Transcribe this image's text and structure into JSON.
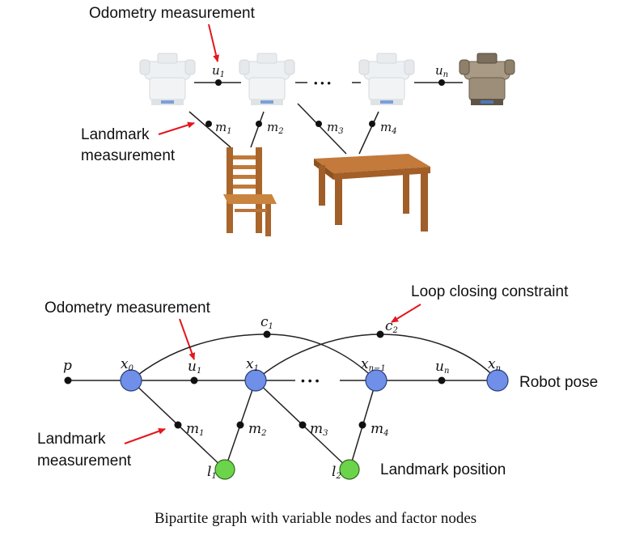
{
  "top": {
    "odometry_label": "Odometry measurement",
    "landmark_label_line1": "Landmark",
    "landmark_label_line2": "measurement",
    "factor_u1": "u",
    "factor_u1_sub": "1",
    "factor_un": "u",
    "factor_un_sub": "n",
    "ellipsis": "• • •",
    "m1": "m",
    "m1_sub": "1",
    "m2": "m",
    "m2_sub": "2",
    "m3": "m",
    "m3_sub": "3",
    "m4": "m",
    "m4_sub": "4"
  },
  "bottom": {
    "odometry_label": "Odometry measurement",
    "loop_label": "Loop closing constraint",
    "robot_pose_label": "Robot pose",
    "landmark_label_line1": "Landmark",
    "landmark_label_line2": "measurement",
    "landmark_position_label": "Landmark position",
    "p": "p",
    "x0": "x",
    "x0_sub": "0",
    "x1": "x",
    "x1_sub": "1",
    "xn1": "x",
    "xn1_sub": "n−1",
    "xn": "x",
    "xn_sub": "n",
    "u1": "u",
    "u1_sub": "1",
    "un": "u",
    "un_sub": "n",
    "c1": "c",
    "c1_sub": "1",
    "c2": "c",
    "c2_sub": "2",
    "m1": "m",
    "m1_sub": "1",
    "m2": "m",
    "m2_sub": "2",
    "m3": "m",
    "m3_sub": "3",
    "m4": "m",
    "m4_sub": "4",
    "l1": "l",
    "l1_sub": "1",
    "l2": "l",
    "l2_sub": "2",
    "ellipsis": "• • •"
  },
  "caption": "Bipartite graph with variable nodes and factor nodes",
  "colors": {
    "pose_node": "#6f8fe8",
    "landmark_node": "#6cd44a",
    "arrow": "#e4171d",
    "robot_light": "#e3e7ea",
    "robot_dark": "#8c7c66",
    "wood": "#b5702f"
  }
}
